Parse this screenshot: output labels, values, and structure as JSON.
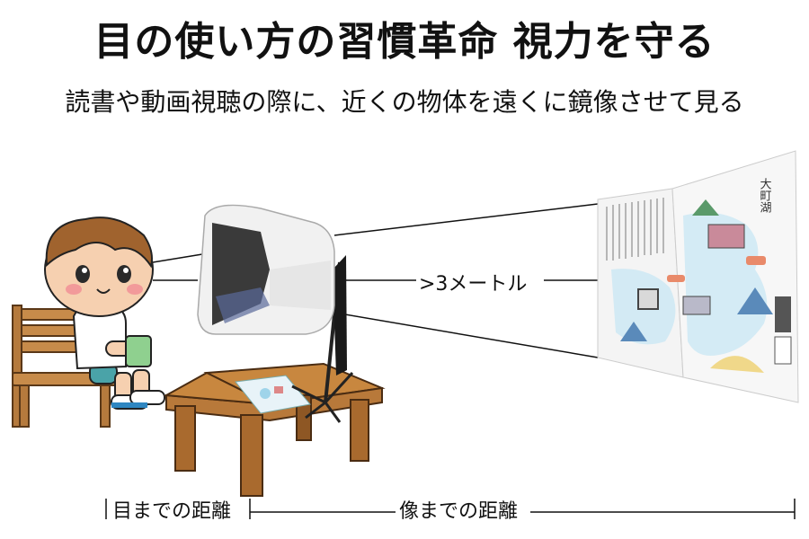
{
  "header": {
    "title": "目の使い方の習慣革命 視力を守る",
    "subtitle": "読書や動画視聴の際に、近くの物体を遠くに鏡像させて見る"
  },
  "diagram": {
    "distance_label": ">3メートル",
    "eye_distance_label": "目までの距離",
    "image_distance_label": "像までの距離",
    "book_title": "大町湖"
  },
  "colors": {
    "line": "#111111",
    "table": "#b8793a",
    "chair": "#c78b4a",
    "device": "#f1f1f1",
    "map_water": "#9fd4ea"
  }
}
